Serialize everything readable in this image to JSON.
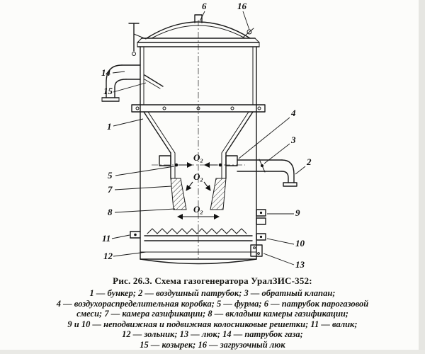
{
  "colors": {
    "ink": "#1a1a1a",
    "paper": "#fcfcfa"
  },
  "diagram": {
    "callouts": [
      "6",
      "16",
      "14",
      "15",
      "1",
      "4",
      "3",
      "2",
      "5",
      "7",
      "8",
      "9",
      "11",
      "12",
      "10",
      "13"
    ],
    "flow_labels": [
      "O₂",
      "O₂",
      "O₂"
    ]
  },
  "caption": {
    "title": "Рис. 26.3. Схема газогенератора УралЗИС-352:",
    "legend_lines": [
      "1 — бункер; 2 — воздушный патрубок; 3 — обратный клапан;",
      "4 — воздухораспределительная коробка; 5 — фурма; 6 — патрубок парогазовой",
      "смеси; 7 — камера газификации; 8 — вкладыш камеры газификации;",
      "9 и 10 — неподвижная и подвижная колосниковые решетки; 11 — валик;",
      "12 — зольник; 13 — люк; 14 — патрубок газа;",
      "15 — козырек; 16 — загрузочный люк"
    ]
  }
}
